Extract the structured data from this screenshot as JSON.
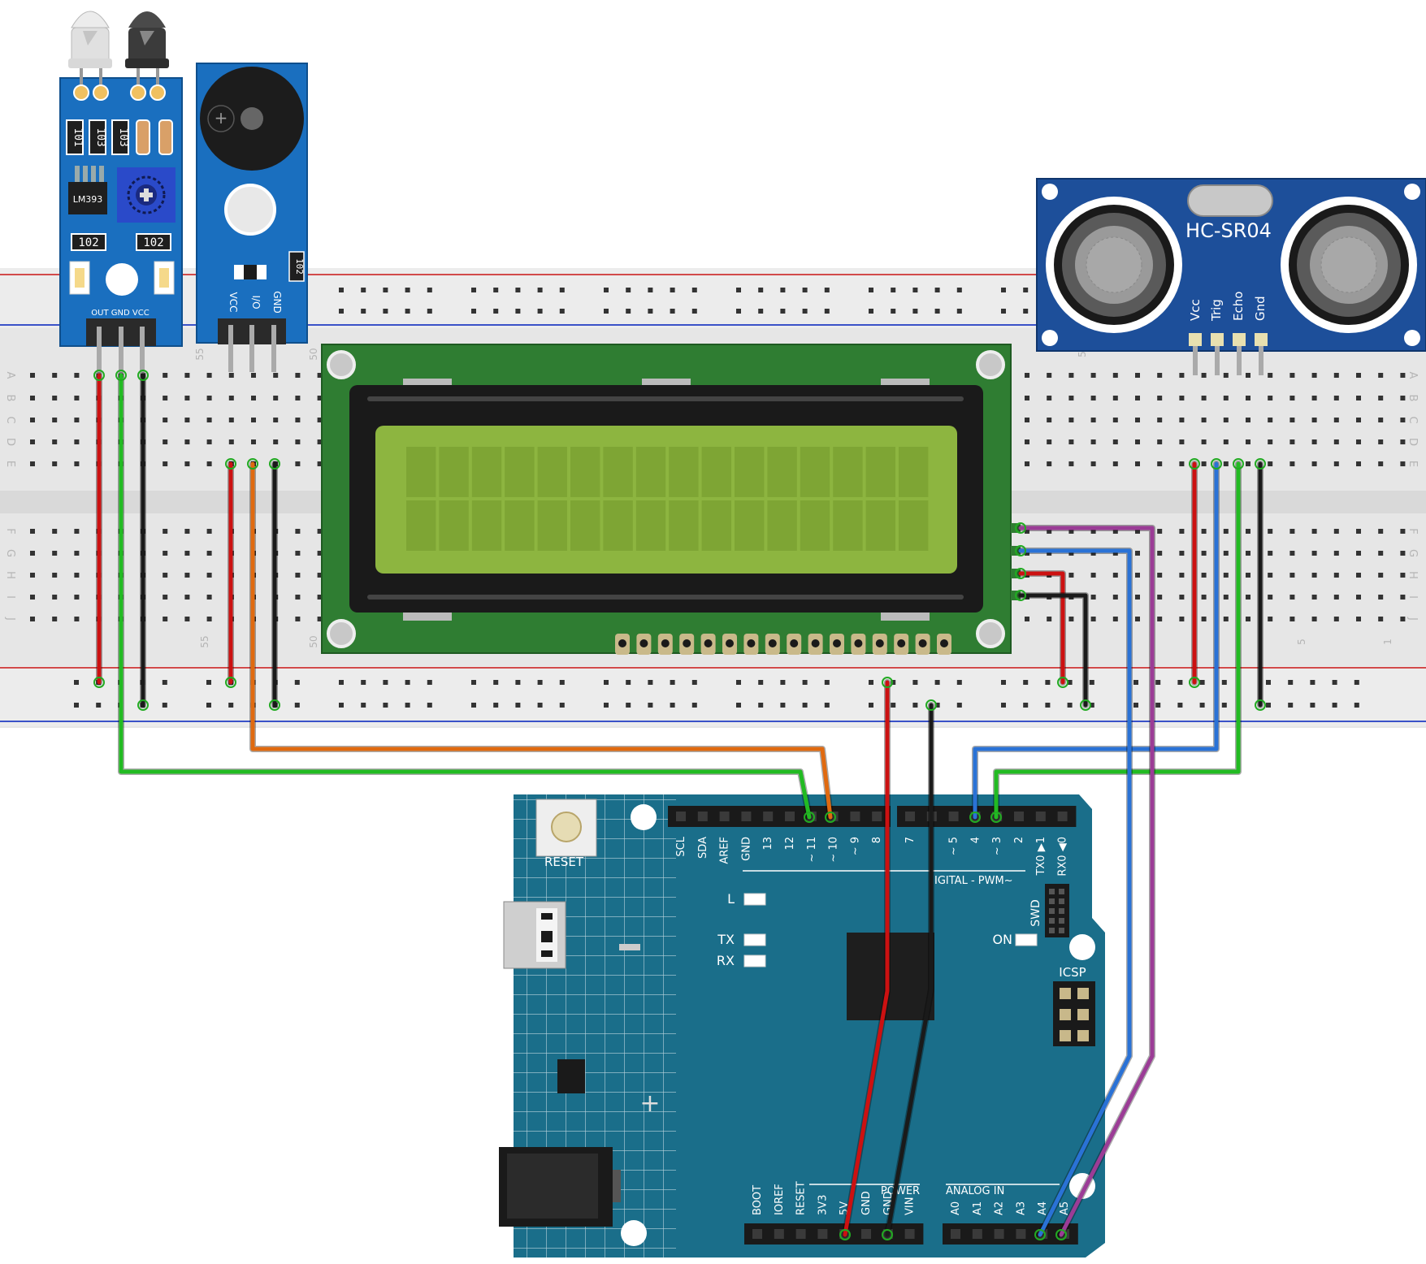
{
  "colors": {
    "red_wire": "#cc1111",
    "black_wire": "#1a1a1a",
    "green_wire": "#22bb22",
    "orange_wire": "#e06a10",
    "blue_wire": "#2a72d6",
    "purple_wire": "#9b3c96",
    "module_blue": "#1a6fbf",
    "lcd_pcb": "#2f7d32",
    "lcd_screen": "#8db540",
    "arduino_teal": "#1a6e8a",
    "breadboard": "#e9e9e9"
  },
  "ir_sensor": {
    "chip_label": "LM393",
    "resistors": [
      "101",
      "103",
      "103"
    ],
    "resistors_bottom": [
      "102",
      "102"
    ],
    "pin_labels": "OUT GND VCC"
  },
  "buzzer": {
    "resistor": "102",
    "pins": [
      "VCC",
      "I/O",
      "GND"
    ]
  },
  "ultrasonic": {
    "label": "HC-SR04",
    "pins": [
      "Vcc",
      "Trig",
      "Echo",
      "Gnd"
    ]
  },
  "breadboard": {
    "rows_left": [
      "A",
      "B",
      "C",
      "D",
      "E",
      "F",
      "G",
      "H",
      "I",
      "J"
    ],
    "col_55": "55",
    "col_50": "50",
    "col_5": "5",
    "col_1": "1"
  },
  "arduino": {
    "reset_label": "RESET",
    "top_pins_left": [
      "SCL",
      "SDA",
      "AREF",
      "GND",
      "13",
      "12",
      "~ 11",
      "~ 10",
      "~ 9",
      "8"
    ],
    "top_pins_right": [
      "7",
      "~ 5",
      "4",
      "~ 3",
      "2",
      "TX0 ▶1",
      "RX0 ◀0"
    ],
    "digital_label": "IGITAL - PWM~",
    "led_l": "L",
    "led_tx": "TX",
    "led_rx": "RX",
    "led_on": "ON",
    "swd": "SWD",
    "icsp": "ICSP",
    "power_label": "POWER",
    "analog_label": "ANALOG IN",
    "power_pins": [
      "BOOT",
      "IOREF",
      "RESET",
      "3V3",
      "5V",
      "GND",
      "GND",
      "VIN"
    ],
    "analog_pins": [
      "A0",
      "A1",
      "A2",
      "A3",
      "A4",
      "A5"
    ]
  }
}
